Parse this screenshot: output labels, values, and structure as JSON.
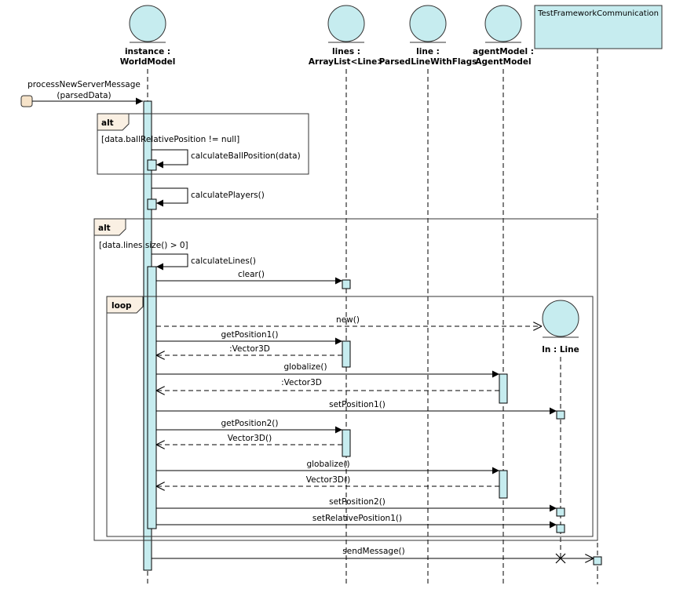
{
  "participants": [
    {
      "id": "world",
      "line1": "instance :",
      "line2": "WorldModel"
    },
    {
      "id": "lines",
      "line1": "lines :",
      "line2": "ArrayList<Line>"
    },
    {
      "id": "line",
      "line1": "line :",
      "line2": "ParsedLineWithFlags"
    },
    {
      "id": "agent",
      "line1": "agentModel :",
      "line2": "AgentModel"
    },
    {
      "id": "tfc",
      "line1": "TestFrameworkCommunication",
      "line2": ""
    }
  ],
  "created_object": {
    "label": "ln : Line"
  },
  "initial_message": {
    "line1": "processNewServerMessage",
    "line2": "(parsedData)"
  },
  "fragments": [
    {
      "id": "alt1",
      "operator": "alt",
      "guard": "[data.ballRelativePosition != null]"
    },
    {
      "id": "alt2",
      "operator": "alt",
      "guard": "[data.lines.size() > 0]"
    },
    {
      "id": "loop",
      "operator": "loop",
      "guard": ""
    }
  ],
  "messages": [
    {
      "id": "calcball",
      "label": "calculateBallPosition(data)",
      "kind": "self"
    },
    {
      "id": "calcplayers",
      "label": "calculatePlayers()",
      "kind": "self"
    },
    {
      "id": "calclines",
      "label": "calculateLines()",
      "kind": "self"
    },
    {
      "id": "clear",
      "label": "clear()",
      "kind": "call"
    },
    {
      "id": "new",
      "label": "new()",
      "kind": "create"
    },
    {
      "id": "getpos1",
      "label": "getPosition1()",
      "kind": "call"
    },
    {
      "id": "ret_vec1",
      "label": ":Vector3D",
      "kind": "return"
    },
    {
      "id": "glob1",
      "label": "globalize()",
      "kind": "call"
    },
    {
      "id": "ret_vec2",
      "label": ":Vector3D",
      "kind": "return"
    },
    {
      "id": "setpos1",
      "label": "setPosition1()",
      "kind": "call"
    },
    {
      "id": "getpos2",
      "label": "getPosition2()",
      "kind": "call"
    },
    {
      "id": "ret_vec3",
      "label": "Vector3D()",
      "kind": "return"
    },
    {
      "id": "glob2",
      "label": "globalize()",
      "kind": "call"
    },
    {
      "id": "ret_vec4",
      "label": "Vector3D()",
      "kind": "return"
    },
    {
      "id": "setpos2",
      "label": "setPosition2()",
      "kind": "call"
    },
    {
      "id": "setrel",
      "label": "setRelativePosition1()",
      "kind": "call"
    },
    {
      "id": "send",
      "label": "sendMessage()",
      "kind": "async"
    }
  ]
}
